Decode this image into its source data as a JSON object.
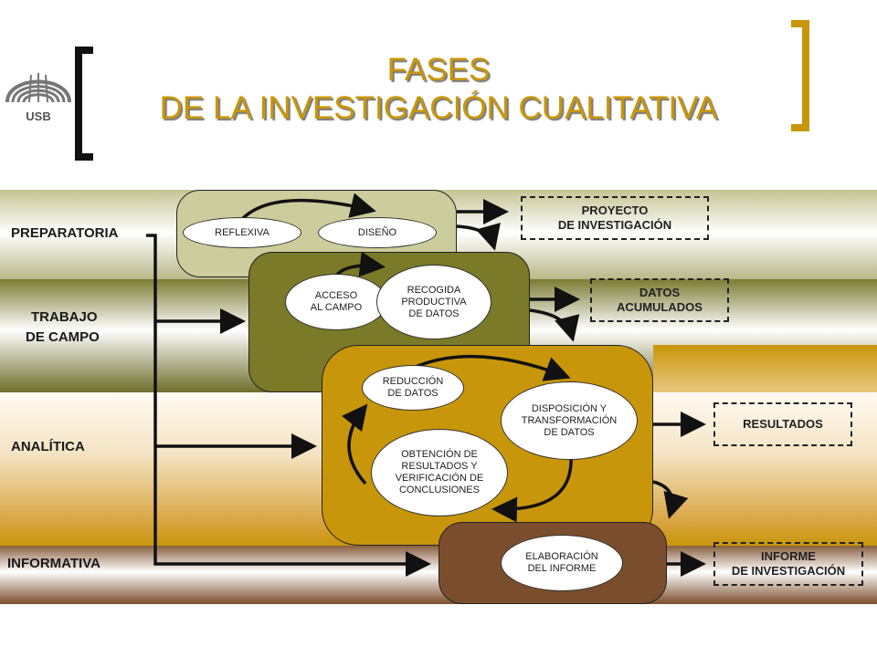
{
  "logo": {
    "text": "USB"
  },
  "title": {
    "line1": "FASES",
    "line2": "DE LA INVESTIGACIÓN CUALITATIVA"
  },
  "phases": {
    "preparatoria": "PREPARATORIA",
    "trabajo1": "TRABAJO",
    "trabajo2": "DE CAMPO",
    "analitica": "ANALÍTICA",
    "informativa": "INFORMATIVA"
  },
  "steps": {
    "reflexiva": "REFLEXIVA",
    "diseno": "DISEÑO",
    "acceso": [
      "ACCESO",
      "AL CAMPO"
    ],
    "recogida": [
      "RECOGIDA",
      "PRODUCTIVA",
      "DE DATOS"
    ],
    "reduccion": [
      "REDUCCIÓN",
      "DE DATOS"
    ],
    "disposicion": [
      "DISPOSICIÓN Y",
      "TRANSFORMACIÓN",
      "DE DATOS"
    ],
    "obtencion": [
      "OBTENCIÓN DE",
      "RESULTADOS Y",
      "VERIFICACIÓN DE",
      "CONCLUSIONES"
    ],
    "elaboracion": [
      "ELABORACIÓN",
      "DEL INFORME"
    ]
  },
  "outputs": {
    "proyecto": [
      "PROYECTO",
      "DE INVESTIGACIÓN"
    ],
    "datos": [
      "DATOS",
      "ACUMULADOS"
    ],
    "resultados": "RESULTADOS",
    "informe": [
      "INFORME",
      "DE INVESTIGACIÓN"
    ]
  },
  "colors": {
    "title": "#c8960a",
    "preparatoria": "#c9c89a",
    "trabajo": "#7a7a28",
    "analitica": "#c8960a",
    "informativa": "#7a4e2c",
    "bracket_left": "#111111",
    "bracket_right": "#c8960a"
  }
}
